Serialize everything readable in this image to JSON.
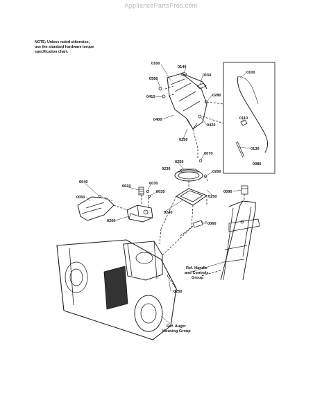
{
  "watermark": "AppliancePartsPros.com",
  "note": {
    "line1": "NOTE: Unless noted otherwise,",
    "line2": "use the standard hardware torque",
    "line3": "specification chart."
  },
  "parts": {
    "p0160": "0160",
    "p0140": "0140",
    "p0150": "0150",
    "p0580": "0580",
    "p0410": "0410",
    "p0280": "0280",
    "p0400": "0400",
    "p0420": "0420",
    "p0250a": "0250",
    "p0100": "0100",
    "p0110": "0110",
    "p0130": "0130",
    "p0080": "0080",
    "p0070": "0070",
    "p0250b": "0250",
    "p0230": "0230",
    "p0260": "0260",
    "p0040": "0040",
    "p0050": "0050",
    "p0010": "0010",
    "p0030": "0030",
    "p0035": "0035",
    "p0250c": "0250",
    "p0090": "0090",
    "p0240": "0240",
    "p0200": "0200",
    "p0060": "0060",
    "p0250d": "0250"
  },
  "refs": {
    "handle1": "Ref. Handle",
    "handle2": "and Controls",
    "handle3": "Group",
    "auger1": "Ref. Auger",
    "auger2": "Housing Group"
  }
}
